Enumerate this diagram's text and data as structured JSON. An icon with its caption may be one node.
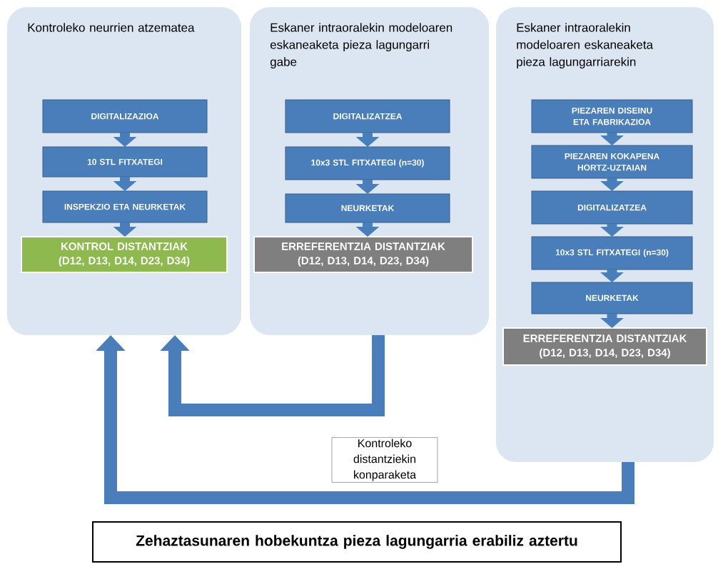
{
  "diagram": {
    "nodes": [
      {
        "text": [
          "Kontroleko neurrien atzematea"
        ]
      },
      {
        "text": [
          "DIGITALIZAZIOA"
        ],
        "in": 0
      },
      {
        "text": [
          "10 STL FITXATEGI"
        ],
        "in": 0
      },
      {
        "text": [
          "INSPEKZIO ETA NEURKETAK"
        ],
        "in": 0
      },
      {
        "text": [
          "KONTROL DISTANTZIAK (D12, D13, D14, D23, D34)"
        ],
        "in": 0
      },
      {
        "text": [
          "Eskaner intraoralekin modeloaren eskaneaketa pieza lagungarri gabe"
        ]
      },
      {
        "text": [
          "DIGITALIZATZEA"
        ],
        "in": 5
      },
      {
        "text": [
          "10x3 STL FITXATEGI (n=30)"
        ],
        "in": 5
      },
      {
        "text": [
          "NEURKETAK"
        ],
        "in": 5
      },
      {
        "text": [
          "ERREFERENTZIA DISTANTZIAK (D12, D13, D14, D23, D34)"
        ],
        "in": 5
      },
      {
        "text": [
          "Eskaner intraoralekin modeloaren eskaneaketa pieza lagungarriarekin"
        ]
      },
      {
        "text": [
          "PIEZAREN DISEINU ETA FABRIKAZIOA"
        ],
        "in": 10
      },
      {
        "text": [
          "PIEZAREN KOKAPENA HORTZ-UZTAIAN"
        ],
        "in": 10
      },
      {
        "text": [
          "DIGITALIZATZEA"
        ],
        "in": 10
      },
      {
        "text": [
          "10x3 STL FITXATEGI (n=30)"
        ],
        "in": 10
      },
      {
        "text": [
          "NEURKETAK"
        ],
        "in": 10
      },
      {
        "text": [
          "ERREFERENTZIA DISTANTZIAK (D12, D13, D14, D23, D34)"
        ],
        "in": 10
      },
      {
        "text": [
          "Kontroleko distantziekin konparaketa"
        ]
      },
      {
        "text": [
          "Zehaztasunaren hobekuntza pieza lagungarria erabiliz aztertu"
        ]
      }
    ],
    "edges": [
      {
        "from": 1,
        "to": 2,
        "arrow": "to"
      },
      {
        "from": 2,
        "to": 3,
        "arrow": "to"
      },
      {
        "from": 3,
        "to": 4,
        "arrow": "to"
      },
      {
        "from": 6,
        "to": 7,
        "arrow": "to"
      },
      {
        "from": 7,
        "to": 8,
        "arrow": "to"
      },
      {
        "from": 8,
        "to": 9,
        "arrow": "to"
      },
      {
        "from": 11,
        "to": 12,
        "arrow": "to"
      },
      {
        "from": 12,
        "to": 13,
        "arrow": "to"
      },
      {
        "from": 13,
        "to": 14,
        "arrow": "to"
      },
      {
        "from": 14,
        "to": 15,
        "arrow": "to"
      },
      {
        "from": 15,
        "to": 16,
        "arrow": "to"
      },
      {
        "from": 5,
        "to": 0,
        "arrow": "to"
      },
      {
        "from": 10,
        "to": 0,
        "arrow": "to"
      }
    ]
  }
}
